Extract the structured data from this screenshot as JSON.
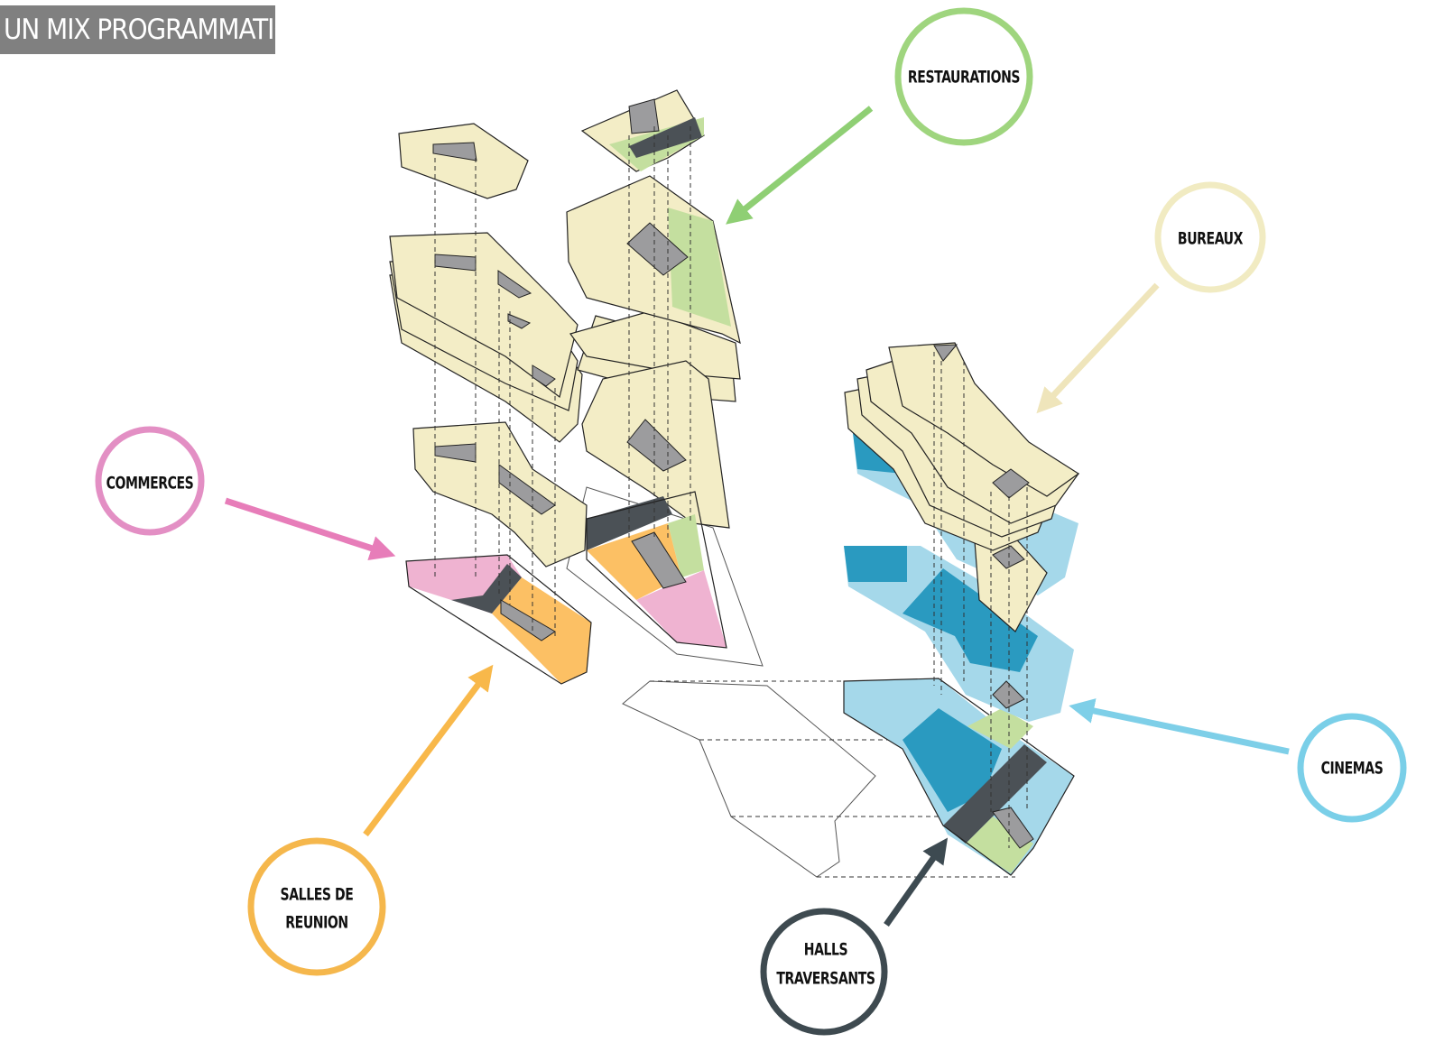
{
  "title": "Un mix programmatique",
  "programs": [
    {
      "key": "restaurations",
      "lines": [
        "RESTAURATIONS"
      ],
      "color": "#9fd57e"
    },
    {
      "key": "bureaux",
      "lines": [
        "BUREAUX"
      ],
      "color": "#f1ebc2"
    },
    {
      "key": "commerces",
      "lines": [
        "COMMERCES"
      ],
      "color": "#e38fc4"
    },
    {
      "key": "salles",
      "lines": [
        "SALLES DE",
        "REUNION"
      ],
      "color": "#f5b74c"
    },
    {
      "key": "halls",
      "lines": [
        "HALLS",
        "TRAVERSANTS"
      ],
      "color": "#3e4a50"
    },
    {
      "key": "cinemas",
      "lines": [
        "CINEMAS"
      ],
      "color": "#7acfe8"
    }
  ]
}
